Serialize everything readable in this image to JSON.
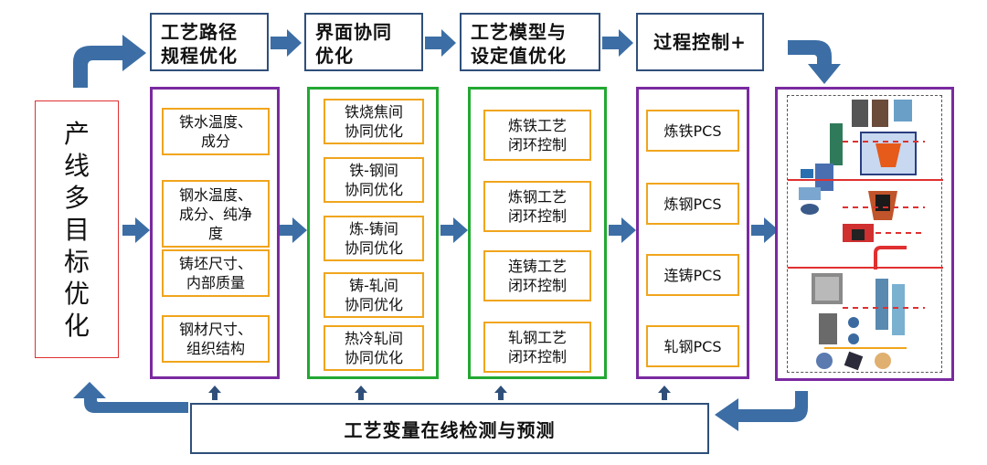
{
  "headers": [
    "工艺路径\n规程优化",
    "界面协同\n优化",
    "工艺模型与\n设定值优化",
    "过程控制+"
  ],
  "left_label": [
    "产",
    "线",
    "多",
    "目",
    "标",
    "优",
    "化"
  ],
  "columns": {
    "quality": [
      "铁水温度、\n成分",
      "钢水温度、\n成分、纯净\n度",
      "铸坯尺寸、\n内部质量",
      "钢材尺寸、\n组织结构"
    ],
    "interface": [
      "铁烧焦间\n协同优化",
      "铁-钢间\n协同优化",
      "炼-铸间\n协同优化",
      "铸-轧间\n协同优化",
      "热冷轧间\n协同优化"
    ],
    "closed_loop": [
      "炼铁工艺\n闭环控制",
      "炼钢工艺\n闭环控制",
      "连铸工艺\n闭环控制",
      "轧钢工艺\n闭环控制"
    ],
    "pcs": [
      "炼铁PCS",
      "炼钢PCS",
      "连铸PCS",
      "轧钢PCS"
    ]
  },
  "bottom_label": "工艺变量在线检测与预测",
  "colors": {
    "arrow": "#3c6ea5",
    "purple": "#7a2aa0",
    "green": "#22a832",
    "orange": "#f0a51c",
    "red": "#e03030",
    "navy": "#2f4f7a"
  },
  "plant_icons": [
    "blast-furnace",
    "converter",
    "ladle",
    "tundish",
    "caster",
    "rolling-mill",
    "coils"
  ]
}
